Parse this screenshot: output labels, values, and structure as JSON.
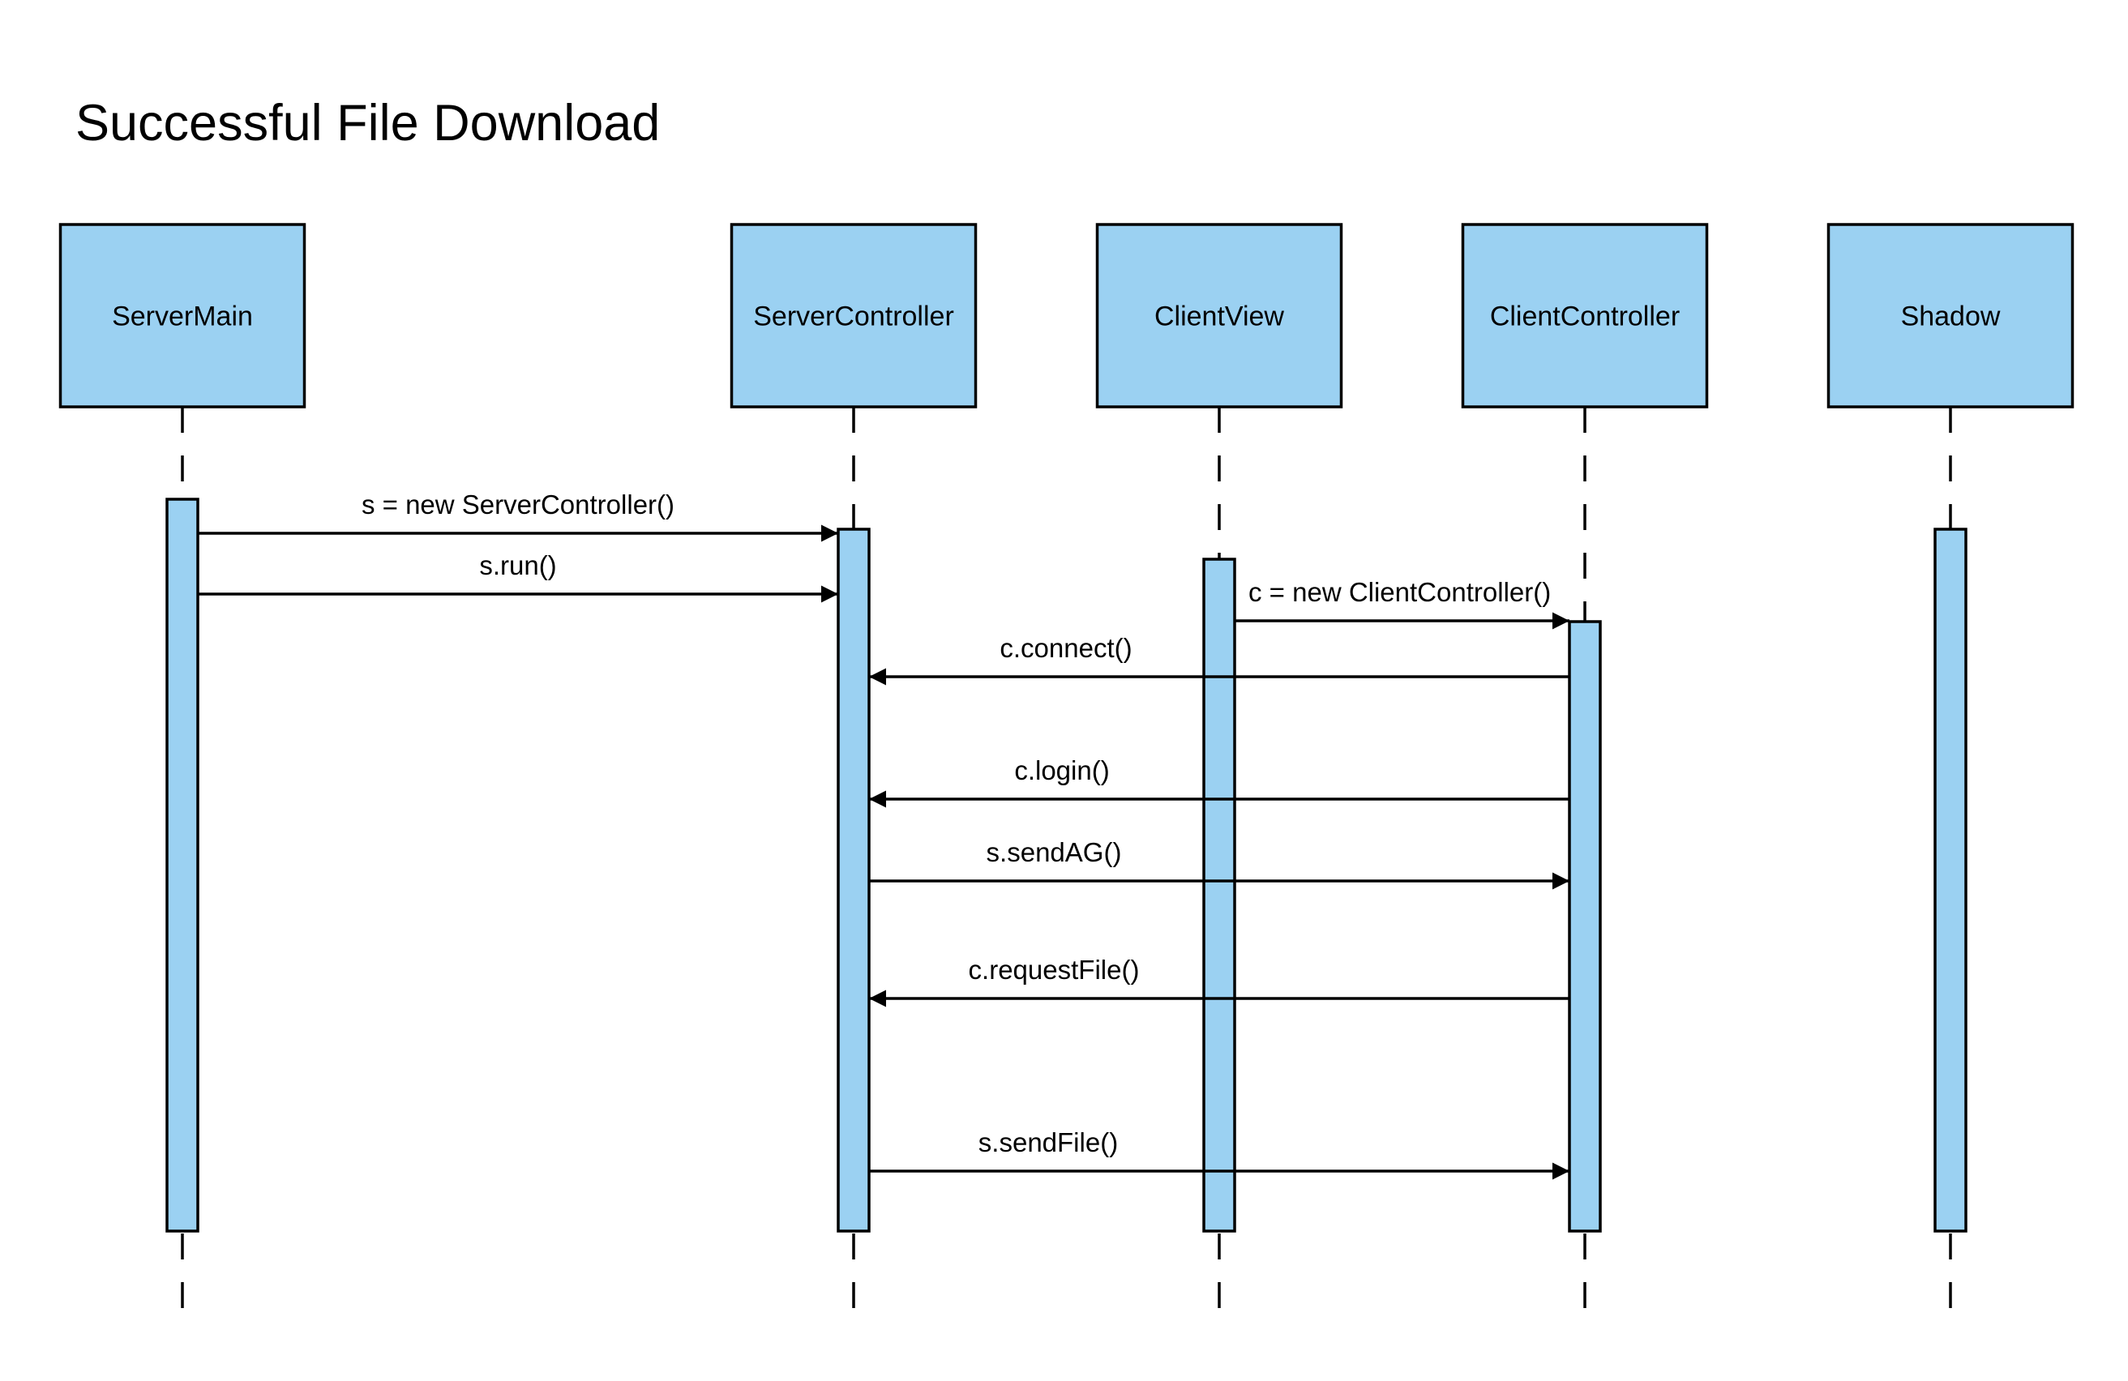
{
  "title": "Successful File Download",
  "colors": {
    "box_fill": "#9bd1f2",
    "stroke": "#000000",
    "background": "#ffffff"
  },
  "lifelines": [
    {
      "id": "servermain",
      "label": "ServerMain"
    },
    {
      "id": "servercontroller",
      "label": "ServerController"
    },
    {
      "id": "clientview",
      "label": "ClientView"
    },
    {
      "id": "clientcontroller",
      "label": "ClientController"
    },
    {
      "id": "shadow",
      "label": "Shadow"
    }
  ],
  "messages": [
    {
      "id": "new-servercontroller",
      "label": "s = new ServerController()",
      "from": "servermain",
      "to": "servercontroller"
    },
    {
      "id": "run",
      "label": "s.run()",
      "from": "servermain",
      "to": "servercontroller"
    },
    {
      "id": "new-clientcontroller",
      "label": "c = new ClientController()",
      "from": "clientview",
      "to": "clientcontroller"
    },
    {
      "id": "connect",
      "label": "c.connect()",
      "from": "clientcontroller",
      "to": "servercontroller"
    },
    {
      "id": "login",
      "label": "c.login()",
      "from": "clientcontroller",
      "to": "servercontroller"
    },
    {
      "id": "sendag",
      "label": "s.sendAG()",
      "from": "servercontroller",
      "to": "clientcontroller"
    },
    {
      "id": "requestfile",
      "label": "c.requestFile()",
      "from": "clientcontroller",
      "to": "servercontroller"
    },
    {
      "id": "sendfile",
      "label": "s.sendFile()",
      "from": "servercontroller",
      "to": "clientcontroller"
    }
  ]
}
